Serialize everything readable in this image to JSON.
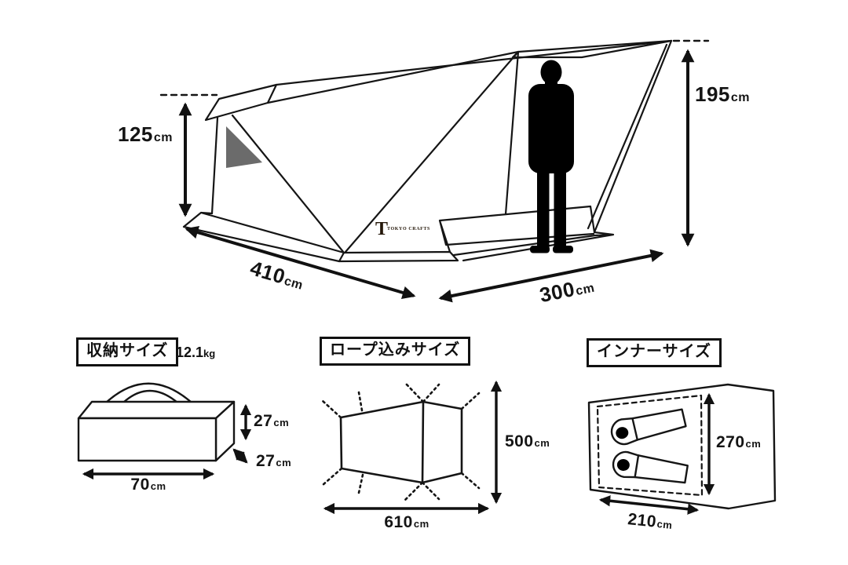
{
  "tent": {
    "logo": "TOKYO CRAFTS",
    "logo_mark": "T",
    "height_left": {
      "value": "125",
      "unit": "cm"
    },
    "height_right": {
      "value": "195",
      "unit": "cm"
    },
    "width": {
      "value": "410",
      "unit": "cm"
    },
    "depth": {
      "value": "300",
      "unit": "cm"
    }
  },
  "storage": {
    "title": "収納サイズ",
    "weight": {
      "value": "12.1",
      "unit": "kg"
    },
    "height": {
      "value": "27",
      "unit": "cm"
    },
    "depth": {
      "value": "27",
      "unit": "cm"
    },
    "width": {
      "value": "70",
      "unit": "cm"
    }
  },
  "rope": {
    "title": "ロープ込みサイズ",
    "depth": {
      "value": "500",
      "unit": "cm"
    },
    "width": {
      "value": "610",
      "unit": "cm"
    }
  },
  "inner": {
    "title": "インナーサイズ",
    "depth": {
      "value": "270",
      "unit": "cm"
    },
    "width": {
      "value": "210",
      "unit": "cm"
    }
  },
  "colors": {
    "line": "#151515",
    "arrow": "#111111",
    "window_gray": "#6b6b6b",
    "logo_brown": "#241709",
    "background": "#ffffff"
  }
}
